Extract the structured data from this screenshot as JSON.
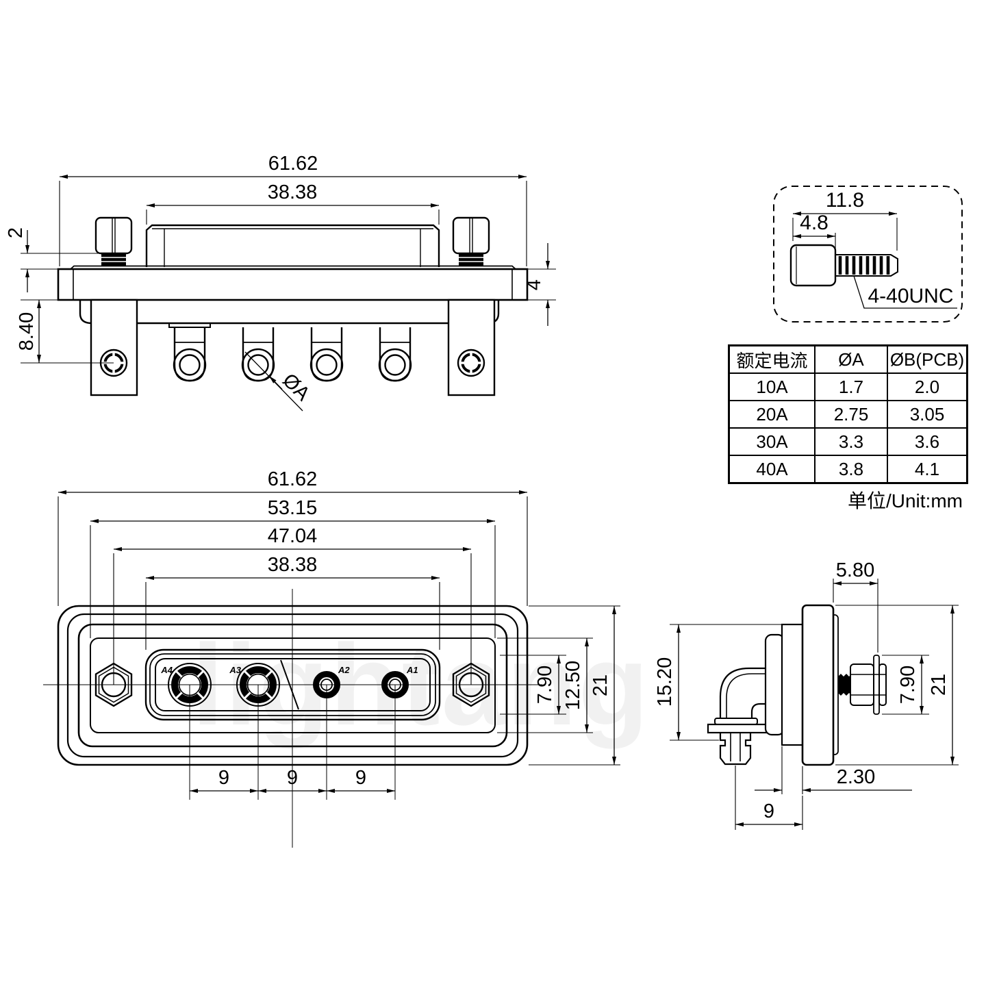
{
  "watermark": "lightang",
  "views": {
    "top_view": {
      "dim_total_width": "61.62",
      "dim_insert_width": "38.38",
      "dim_screw_protrusion": "2",
      "dim_flange_thickness": "4",
      "dim_flange_to_pin": "8.40",
      "label_pin_diameter": "ØA"
    },
    "screw_detail": {
      "dim_total_length": "11.8",
      "dim_head_length": "4.8",
      "label_thread": "4-40UNC"
    },
    "front_view": {
      "dim_total_width": "61.62",
      "dim_body_width": "53.15",
      "dim_mount_hole_span": "47.04",
      "dim_insert_width": "38.38",
      "dim_opening_height": "7.90",
      "dim_panel_height": "12.50",
      "dim_total_height": "21",
      "dim_pin_pitch": "9",
      "pin_labels": [
        "A4",
        "A3",
        "A2",
        "A1"
      ]
    },
    "side_view": {
      "dim_screw_standoff": "5.80",
      "dim_body_height": "15.20",
      "dim_screw_head_diameter": "7.90",
      "dim_total_height": "21",
      "dim_bracket_to_flange": "2.30",
      "dim_pin_to_flange": "9"
    }
  },
  "spec_table": {
    "headers": [
      "额定电流",
      "ØA",
      "ØB(PCB)"
    ],
    "rows": [
      [
        "10A",
        "1.7",
        "2.0"
      ],
      [
        "20A",
        "2.75",
        "3.05"
      ],
      [
        "30A",
        "3.3",
        "3.6"
      ],
      [
        "40A",
        "3.8",
        "4.1"
      ]
    ],
    "unit_note": "单位/Unit:mm"
  },
  "colors": {
    "line": "#000000",
    "background": "#ffffff",
    "watermark": "rgba(0,0,0,0.055)"
  }
}
